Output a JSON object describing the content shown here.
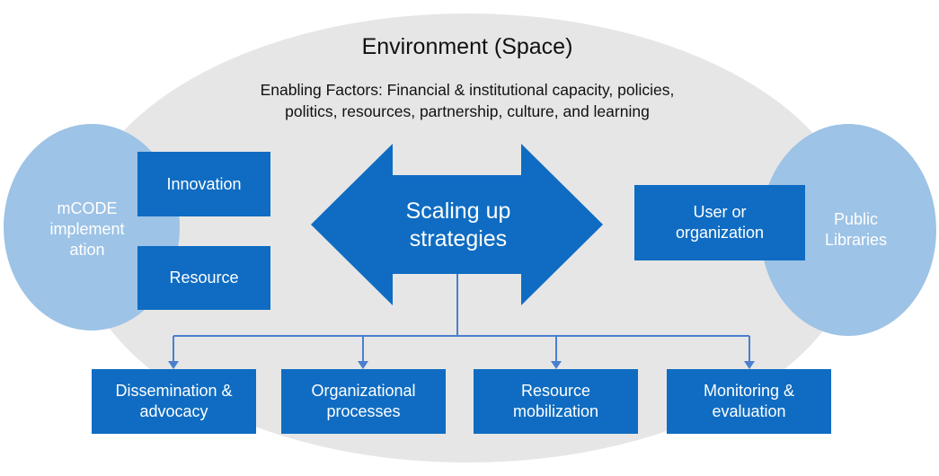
{
  "title": "Environment (Space)",
  "subtitle_lines": [
    "Enabling Factors: Financial & institutional capacity, policies,",
    "politics, resources, partnership, culture, and learning"
  ],
  "left_circle": {
    "lines": [
      "mCODE",
      "implement",
      "ation"
    ]
  },
  "right_circle": {
    "lines": [
      "Public",
      "Libraries"
    ]
  },
  "left_boxes": [
    {
      "label": "Innovation"
    },
    {
      "label": "Resource"
    }
  ],
  "center_arrow": {
    "lines": [
      "Scaling up",
      "strategies"
    ]
  },
  "user_box": {
    "lines": [
      "User or",
      "organization"
    ]
  },
  "bottom_boxes": [
    {
      "lines": [
        "Dissemination &",
        "advocacy"
      ]
    },
    {
      "lines": [
        "Organizational",
        "processes"
      ]
    },
    {
      "lines": [
        "Resource",
        "mobilization"
      ]
    },
    {
      "lines": [
        "Monitoring &",
        "evaluation"
      ]
    }
  ],
  "colors": {
    "box_blue": "#0f6cc2",
    "circle_blue": "#9dc3e6",
    "environment_gray": "#e6e6e6",
    "connector_blue": "#4a7fd0"
  }
}
